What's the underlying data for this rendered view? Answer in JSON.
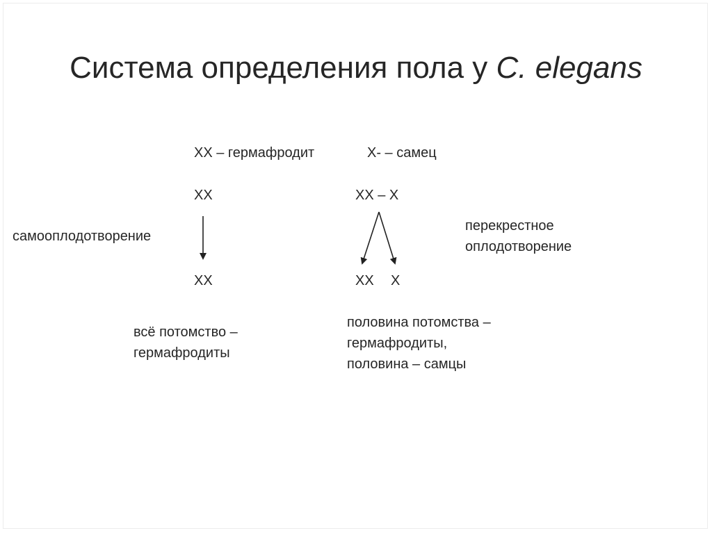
{
  "title": {
    "main": "Система определения пола у ",
    "species": "C. elegans"
  },
  "left": {
    "genotype_header": "ХХ – гермафродит",
    "parent": "ХХ",
    "process": "самооплодотворение",
    "offspring": "ХХ",
    "result": "всё потомство –\nгермафродиты"
  },
  "right": {
    "genotype_header": "Х- – самец",
    "parents": "ХХ – Х",
    "process": "перекрестное\nоплодотворение",
    "offspring_1": "ХХ",
    "offspring_2": "Х",
    "result": "половина потомства –\nгермафродиты,\nполовина – самцы"
  }
}
